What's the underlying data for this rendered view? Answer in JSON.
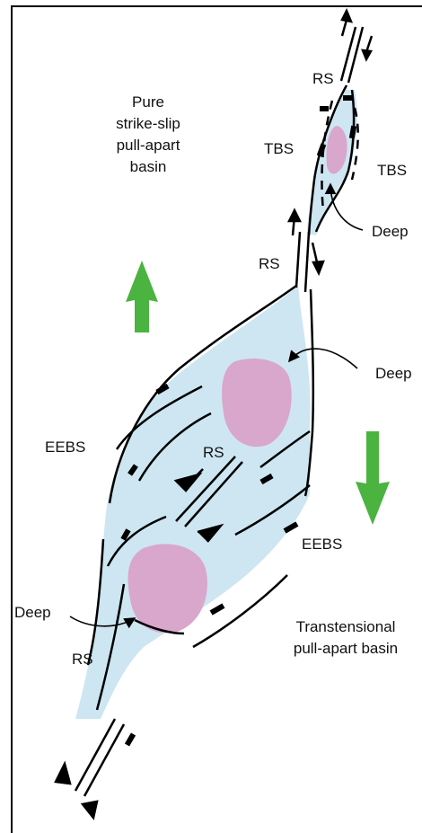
{
  "labels": {
    "pure_basin": [
      "Pure",
      "strike-slip",
      "pull-apart",
      "basin"
    ],
    "transtensional_basin": [
      "Transtensional",
      "pull-apart basin"
    ],
    "rs_top": "RS",
    "rs_mid": "RS",
    "rs_center": "RS",
    "rs_bottom": "RS",
    "tbs_left": "TBS",
    "tbs_right": "TBS",
    "eebs_left": "EEBS",
    "eebs_right": "EEBS",
    "deep_top": "Deep",
    "deep_middle": "Deep",
    "deep_bottom": "Deep"
  },
  "colors": {
    "basin_fill": "#cde6f2",
    "depocenter_fill": "#d9a6cc",
    "arrow_green": "#4bb33f",
    "fault_line": "#000000"
  }
}
